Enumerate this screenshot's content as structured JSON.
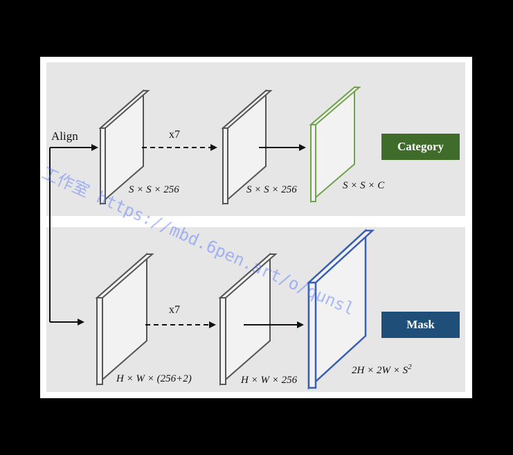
{
  "input_label": "Align",
  "top_branch": {
    "repeat_label": "x7",
    "block1_label": "S × S × 256",
    "block2_label": "S × S × 256",
    "output_label": "S × S × C",
    "badge": {
      "text": "Category",
      "color": "#3f6c2b"
    },
    "output_color": "#6fa24a"
  },
  "bottom_branch": {
    "repeat_label": "x7",
    "block1_label": "H × W × (256+2)",
    "block2_label": "H × W × 256",
    "output_label_main": "2H × 2W × S",
    "output_label_sup": "2",
    "badge": {
      "text": "Mask",
      "color": "#1f4e79"
    },
    "output_color": "#3a5fb0"
  },
  "watermark": "工作室 https://mbd.6pen.art/o/qunsl"
}
